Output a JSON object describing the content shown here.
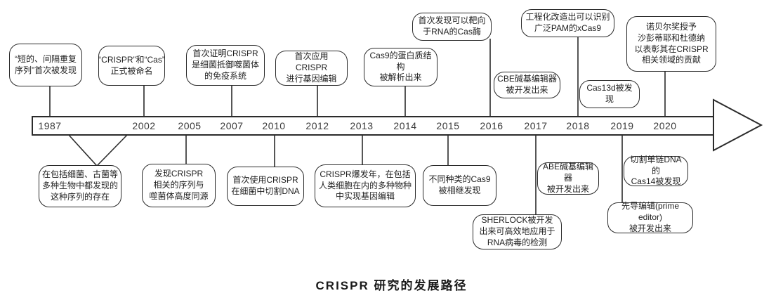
{
  "title": "CRISPR 研究的发展路径",
  "colors": {
    "ink": "#2b2b2b",
    "background": "#ffffff"
  },
  "timeline": {
    "years": [
      "1987",
      "2002",
      "2005",
      "2007",
      "2010",
      "2012",
      "2013",
      "2014",
      "2015",
      "2016",
      "2017",
      "2018",
      "2019",
      "2020"
    ]
  },
  "events": {
    "repeat_discovery": {
      "text": "“短的、间隔重复\n序列”首次被发现"
    },
    "naming": {
      "text": "“CRISPR”和“Cas”\n正式被命名"
    },
    "immune_proof": {
      "text": "首次证明CRISPR\n是细菌抵御噬菌体\n的免疫系统"
    },
    "first_editing": {
      "text": "首次应用CRISPR\n进行基因编辑"
    },
    "cas9_structure": {
      "text": "Cas9的蛋白质结构\n被解析出来"
    },
    "rna_cas": {
      "text": "首次发现可以靶向\n于RNA的Cas酶"
    },
    "cbe": {
      "text": "CBE碱基编辑器\n被开发出来"
    },
    "xcas9": {
      "text": "工程化改造出可以识别\n广泛PAM的xCas9"
    },
    "cas13d": {
      "text": "Cas13d被发现"
    },
    "nobel": {
      "text": "诺贝尔奖授予\n沙彭蒂耶和杜德纳\n以表彰其在CRISPR\n相关领域的贡献"
    },
    "many_organisms": {
      "text": "在包括细菌、古菌等\n多种生物中都发现的\n这种序列的存在"
    },
    "phage_homology": {
      "text": "发现CRISPR\n相关的序列与\n噬菌体高度同源"
    },
    "cut_dna_bacteria": {
      "text": "首次使用CRISPR\n在细菌中切割DNA"
    },
    "burst_year": {
      "text": "CRISPR爆发年，在包括\n人类细胞在内的多种物种\n中实现基因编辑"
    },
    "cas9_variants": {
      "text": "不同种类的Cas9\n被相继发现"
    },
    "abe": {
      "text": "ABE碱基编辑器\n被开发出来"
    },
    "sherlock": {
      "text": "SHERLOCK被开发\n出来可高效地应用于\nRNA病毒的检测"
    },
    "cas14": {
      "text": "切割单链DNA的\nCas14被发现"
    },
    "prime_editor": {
      "text": "先导编辑(prime editor)\n被开发出来"
    }
  }
}
